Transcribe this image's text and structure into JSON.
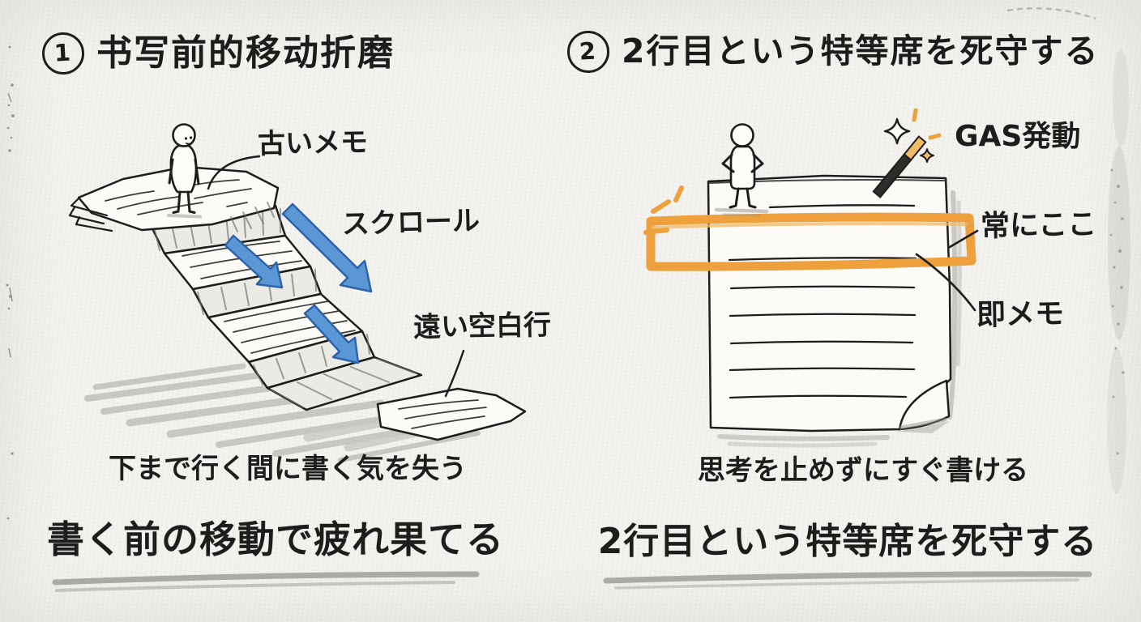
{
  "colors": {
    "bg": "#f4f3f0",
    "ink": "#1e1d1b",
    "paper": "#fcfbf8",
    "paper-shade": "#eceae5",
    "blue": "#5b97d4",
    "blue-dark": "#2d63ad",
    "orange": "#eda03b",
    "orange-light": "#f2bb68",
    "pencil": "#97958f"
  },
  "left": {
    "number": "1",
    "title": "书写前的移动折磨",
    "label_old_memo": "古いメモ",
    "label_scroll": "スクロール",
    "label_far_blank": "遠い空白行",
    "caption": "下まで行く間に書く気を失う",
    "conclusion": "書く前の移動で疲れ果てる"
  },
  "right": {
    "number": "2",
    "title": "2行目という特等席を死守する",
    "label_gas": "GAS発動",
    "label_always_here": "常にここ",
    "label_instant_memo": "即メモ",
    "caption": "思考を止めずにすぐ書ける",
    "conclusion": "2行目という特等席を死守する"
  }
}
